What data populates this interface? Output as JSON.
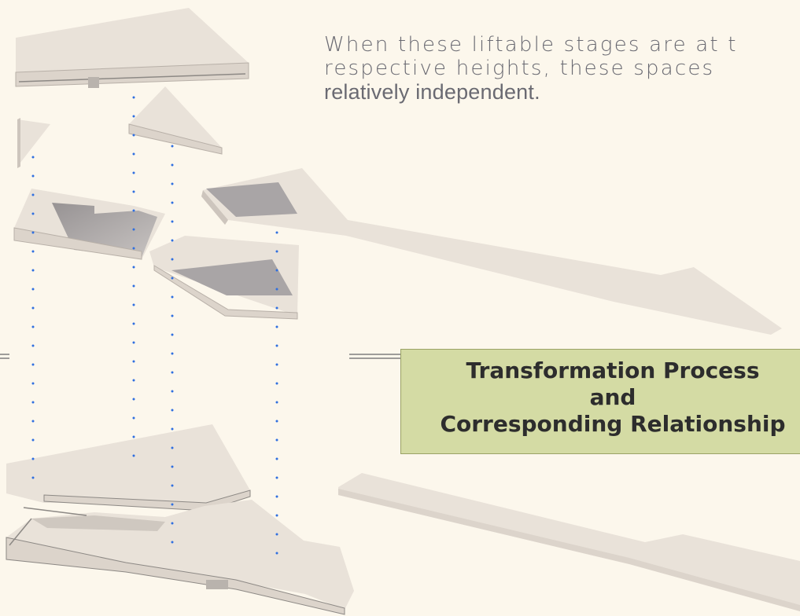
{
  "caption": {
    "line1": "When these liftable stages are at t",
    "line2": "respective heights, these spaces",
    "line3": "relatively independent."
  },
  "title_box": {
    "line1": "Transformation Process",
    "line2": "and",
    "line3": "Corresponding Relationship"
  },
  "colors": {
    "background": "#fcf7ec",
    "slab_top": "#e9e2d9",
    "slab_side": "#d9d2c9",
    "shadow": "#a9a5a6",
    "guide_dots": "#2f6fe0",
    "title_box_fill": "#d4dba4",
    "title_box_border": "#9aa266"
  }
}
